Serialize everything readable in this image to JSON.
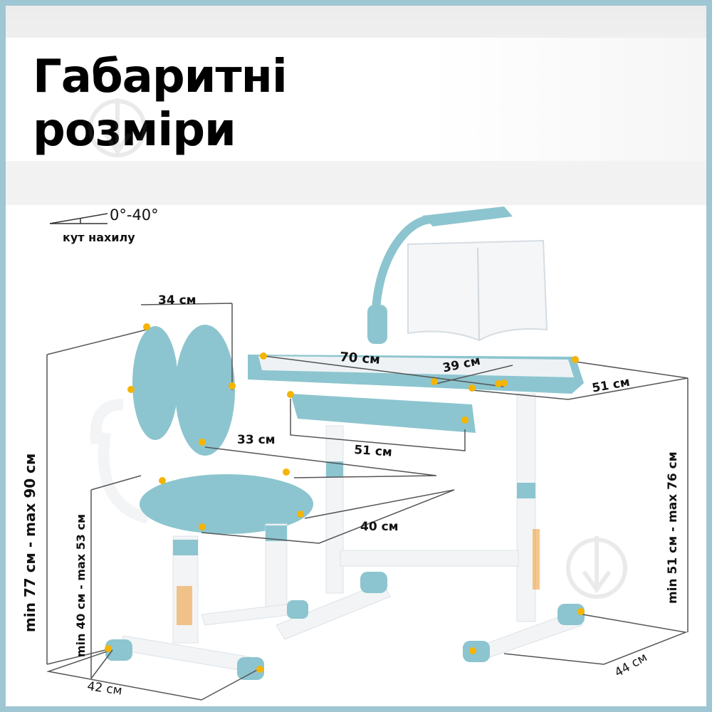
{
  "title": {
    "line1": "Габаритні",
    "line2": "розміри"
  },
  "tilt": {
    "value": "0°-40°",
    "caption": "кут нахилу"
  },
  "desk": {
    "width": "70 см",
    "depth": "51 см",
    "tabletop_section": "39 см",
    "drawer_width": "51 см",
    "height_range": "min 51 см - max 76 см",
    "base_depth": "44 см"
  },
  "chair": {
    "backrest_width": "34 см",
    "seat_depth": "33 см",
    "seat_width": "40 см",
    "base_width": "42 см",
    "seat_height_range": "min 40 см - max 53 см",
    "total_height_range": "min 77 см - max 90 см"
  },
  "colors": {
    "frame": "#9ec6d3",
    "accent": "#8cc5cf",
    "marker": "#f5b400",
    "line": "#555555"
  }
}
